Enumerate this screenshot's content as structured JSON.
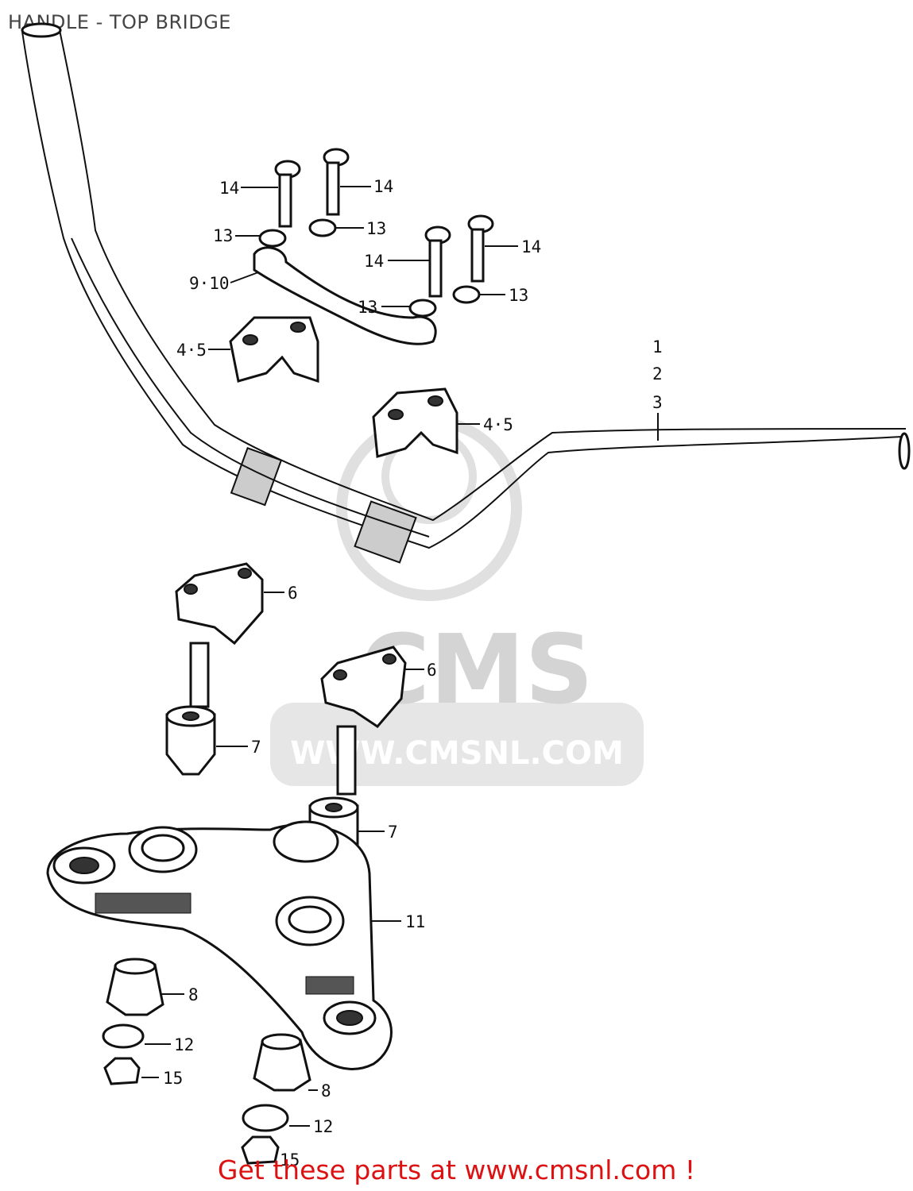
{
  "header": {
    "title": "HANDLE - TOP BRIDGE"
  },
  "watermark": {
    "brand": "CMS",
    "url": "WWW.CMSNL.COM"
  },
  "callouts": [
    {
      "id": "c14a",
      "text": "14"
    },
    {
      "id": "c14b",
      "text": "14"
    },
    {
      "id": "c13a",
      "text": "13"
    },
    {
      "id": "c13b",
      "text": "13"
    },
    {
      "id": "c910",
      "text": "9·10"
    },
    {
      "id": "c14c",
      "text": "14"
    },
    {
      "id": "c14d",
      "text": "14"
    },
    {
      "id": "c13c",
      "text": "13"
    },
    {
      "id": "c13d",
      "text": "13"
    },
    {
      "id": "c45a",
      "text": "4·5"
    },
    {
      "id": "c1",
      "text": "1"
    },
    {
      "id": "c2",
      "text": "2"
    },
    {
      "id": "c3",
      "text": "3"
    },
    {
      "id": "c45b",
      "text": "4·5"
    },
    {
      "id": "c6a",
      "text": "6"
    },
    {
      "id": "c6b",
      "text": "6"
    },
    {
      "id": "c7a",
      "text": "7"
    },
    {
      "id": "c7b",
      "text": "7"
    },
    {
      "id": "c11",
      "text": "11"
    },
    {
      "id": "c8a",
      "text": "8"
    },
    {
      "id": "c12a",
      "text": "12"
    },
    {
      "id": "c15a",
      "text": "15"
    },
    {
      "id": "c8b",
      "text": "8"
    },
    {
      "id": "c12b",
      "text": "12"
    },
    {
      "id": "c15b",
      "text": "15"
    }
  ],
  "footer": {
    "text": "Get these parts at www.cmsnl.com !"
  }
}
